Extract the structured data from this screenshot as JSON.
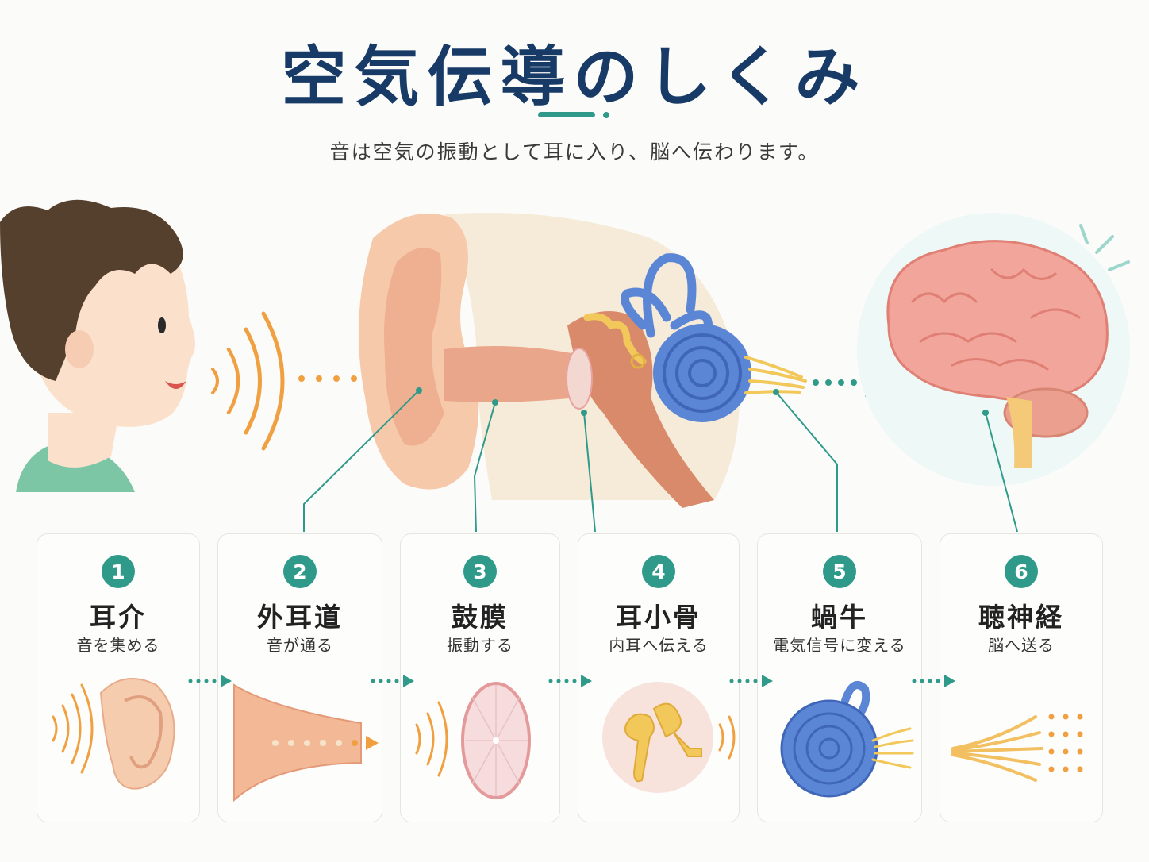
{
  "title": "空気伝導のしくみ",
  "subtitle": "音は空気の振動として耳に入り、脳へ伝わります。",
  "colors": {
    "title": "#173a66",
    "accent": "#2f9a8a",
    "sound_wave": "#f0a040",
    "cochlea": "#5b86d6",
    "ossicle": "#f2c85a",
    "brain": "#f2a59a"
  },
  "steps": [
    {
      "number": "1",
      "name": "耳介",
      "desc": "音を集める",
      "icon": "pinna-icon"
    },
    {
      "number": "2",
      "name": "外耳道",
      "desc": "音が通る",
      "icon": "ear-canal-icon"
    },
    {
      "number": "3",
      "name": "鼓膜",
      "desc": "振動する",
      "icon": "eardrum-icon"
    },
    {
      "number": "4",
      "name": "耳小骨",
      "desc": "内耳へ伝える",
      "icon": "ossicles-icon"
    },
    {
      "number": "5",
      "name": "蝸牛",
      "desc": "電気信号に変える",
      "icon": "cochlea-icon"
    },
    {
      "number": "6",
      "name": "聴神経",
      "desc": "脳へ送る",
      "icon": "auditory-nerve-icon"
    }
  ]
}
